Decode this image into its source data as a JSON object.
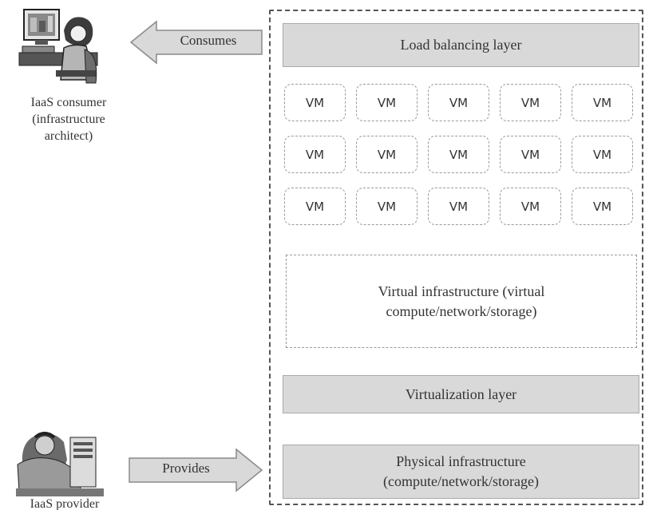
{
  "consumer": {
    "line1": "IaaS consumer",
    "line2": "(infrastructure",
    "line3": "architect)"
  },
  "provider": {
    "line1": "IaaS provider"
  },
  "arrows": {
    "consumes": "Consumes",
    "provides": "Provides"
  },
  "layers": {
    "load_balancing": "Load balancing layer",
    "virtual_infra_line1": "Virtual infrastructure (virtual",
    "virtual_infra_line2": "compute/network/storage)",
    "virtualization": "Virtualization layer",
    "physical_line1": "Physical infrastructure",
    "physical_line2": "(compute/network/storage)"
  },
  "vm_grid": {
    "rows": [
      [
        "VM",
        "VM",
        "VM",
        "VM",
        "VM"
      ],
      [
        "VM",
        "VM",
        "VM",
        "VM",
        "VM"
      ],
      [
        "VM",
        "VM",
        "VM",
        "VM",
        "VM"
      ]
    ]
  }
}
